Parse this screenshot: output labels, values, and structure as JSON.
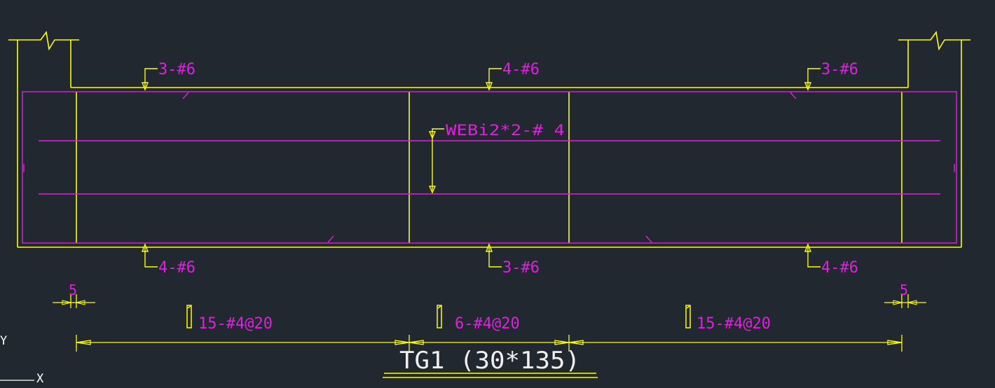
{
  "colors": {
    "background": "#212830",
    "beam_outline": "#ffff00",
    "rebar": "#e020e0",
    "title": "#f0f0f0",
    "axis": "#ffffff"
  },
  "rebar_labels": {
    "top_left": "3-#6",
    "top_center": "4-#6",
    "top_right": "3-#6",
    "bottom_left": "4-#6",
    "bottom_center": "3-#6",
    "bottom_right": "4-#6",
    "web": "WEBi2*2-# 4"
  },
  "dimensions": {
    "left_offset": "5",
    "right_offset": "5"
  },
  "stirrups": {
    "left": "15-#4@20",
    "center": "6-#4@20",
    "right": "15-#4@20"
  },
  "title": "TG1 (30*135)",
  "ucs": {
    "x_label": "X",
    "y_label": "Y"
  }
}
